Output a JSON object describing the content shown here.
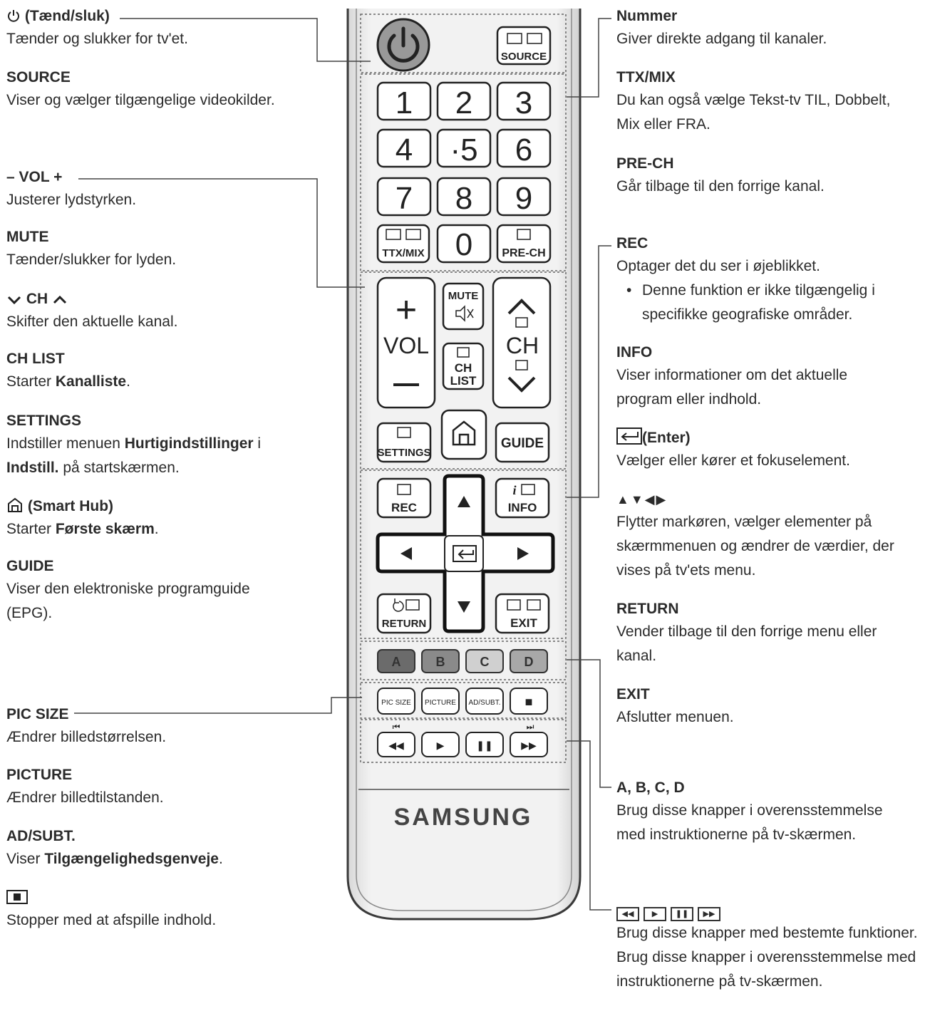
{
  "left": [
    {
      "key": "power",
      "title": "(Tænd/sluk)",
      "text": "Tænder og slukker for tv'et.",
      "icon": "power-icon"
    },
    {
      "key": "source",
      "title": "SOURCE",
      "text": "Viser og vælger tilgængelige videokilder."
    },
    {
      "key": "vol",
      "title": "– VOL +",
      "text": "Justerer lydstyrken."
    },
    {
      "key": "mute",
      "title": "MUTE",
      "text": "Tænder/slukker for lyden."
    },
    {
      "key": "ch",
      "title": "CH",
      "text": "Skifter den aktuelle kanal.",
      "icon": "chevron-icons"
    },
    {
      "key": "chlist",
      "title": "CH LIST",
      "text_pre": "Starter ",
      "text_bold": "Kanalliste",
      "text_post": "."
    },
    {
      "key": "settings",
      "title": "SETTINGS",
      "text_pre": "Indstiller menuen ",
      "text_bold": "Hurtigindstillinger",
      "text_mid": " i ",
      "text_bold2": "Indstill.",
      "text_post": " på startskærmen."
    },
    {
      "key": "smarthub",
      "title": "(Smart Hub)",
      "text_pre": "Starter ",
      "text_bold": "Første skærm",
      "text_post": ".",
      "icon": "home-icon"
    },
    {
      "key": "guide",
      "title": "GUIDE",
      "text": "Viser den elektroniske programguide (EPG)."
    },
    {
      "key": "picsize",
      "title": "PIC SIZE",
      "text": "Ændrer billedstørrelsen."
    },
    {
      "key": "picture",
      "title": "PICTURE",
      "text": "Ændrer billedtilstanden."
    },
    {
      "key": "adsubt",
      "title": "AD/SUBT.",
      "text_pre": "Viser ",
      "text_bold": "Tilgængelighedsgenveje",
      "text_post": "."
    },
    {
      "key": "stop",
      "title": "",
      "text": "Stopper med at afspille indhold.",
      "icon": "stop-icon"
    }
  ],
  "right": [
    {
      "key": "nummer",
      "title": "Nummer",
      "text": "Giver direkte adgang til kanaler."
    },
    {
      "key": "ttx",
      "title": "TTX/MIX",
      "text": "Du kan også vælge Tekst-tv TIL, Dobbelt, Mix eller FRA."
    },
    {
      "key": "prech",
      "title": "PRE-CH",
      "text": "Går tilbage til den forrige kanal."
    },
    {
      "key": "rec",
      "title": "REC",
      "text": "Optager det du ser i øjeblikket.",
      "bullet": "Denne funktion er ikke tilgængelig i specifikke geografiske områder."
    },
    {
      "key": "info",
      "title": "INFO",
      "text": "Viser informationer om det aktuelle program eller indhold."
    },
    {
      "key": "enter",
      "title": "(Enter)",
      "text": "Vælger eller kører et fokuselement.",
      "icon": "enter-icon"
    },
    {
      "key": "arrows",
      "title": "▲▼◀▶",
      "text": "Flytter markøren, vælger elementer på skærmmenuen og ændrer de værdier, der vises på tv'ets menu."
    },
    {
      "key": "return",
      "title": "RETURN",
      "text": "Vender tilbage til den forrige menu eller kanal."
    },
    {
      "key": "exit",
      "title": "EXIT",
      "text": "Afslutter menuen."
    },
    {
      "key": "abcd",
      "title": "A, B, C, D",
      "text": "Brug disse knapper i overensstemmelse med instruktionerne på tv-skærmen."
    },
    {
      "key": "media",
      "title": "",
      "text": "Brug disse knapper med bestemte funktioner. Brug disse knapper i overensstemmelse med instruktionerne på tv-skærmen.",
      "icon": "media-keys-icon",
      "keys": [
        "◀◀",
        "▶",
        "❚❚",
        "▶▶"
      ]
    }
  ],
  "remote": {
    "brand": "SAMSUNG",
    "source_label": "SOURCE",
    "digits": [
      "1",
      "2",
      "3",
      "4",
      "·5",
      "6",
      "7",
      "8",
      "9"
    ],
    "zero": "0",
    "ttx_label": "TTX/MIX",
    "prech_label": "PRE-CH",
    "vol_label": "VOL",
    "ch_label": "CH",
    "mute_label": "MUTE",
    "chlist_line1": "CH",
    "chlist_line2": "LIST",
    "settings_label": "SETTINGS",
    "guide_label": "GUIDE",
    "rec_label": "REC",
    "info_label": "INFO",
    "info_glyph": "i",
    "return_label": "RETURN",
    "exit_label": "EXIT",
    "color_keys": [
      {
        "label": "A",
        "fill": "#6b6b6b"
      },
      {
        "label": "B",
        "fill": "#8a8a8a"
      },
      {
        "label": "C",
        "fill": "#d0d0d0"
      },
      {
        "label": "D",
        "fill": "#a8a8a8"
      }
    ],
    "function_keys": [
      "PIC SIZE",
      "PICTURE",
      "AD/SUBT.",
      "■"
    ],
    "media_keys": [
      "◀◀",
      "▶",
      "❚❚",
      "▶▶"
    ],
    "skip_back": "⏮",
    "skip_fwd": "⏭"
  }
}
